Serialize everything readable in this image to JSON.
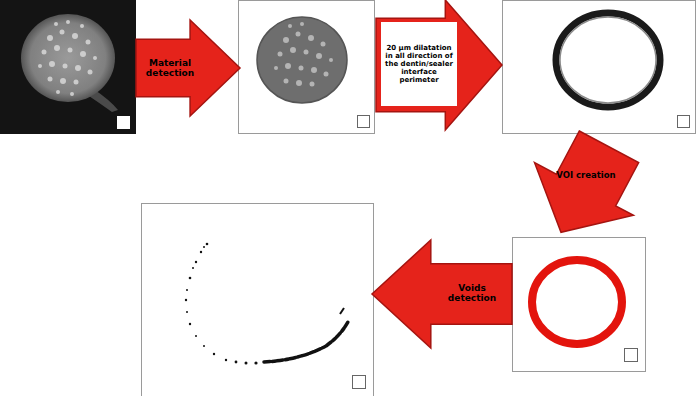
{
  "diagram": {
    "nodes": [
      {
        "text": [
          "Material detection"
        ]
      },
      {
        "text": [
          "20 µm dilatation in all direction of the dentin/sealer interface perimeter"
        ]
      },
      {
        "text": [
          "VOI creation"
        ]
      },
      {
        "text": [
          "Voids detection"
        ]
      }
    ]
  }
}
